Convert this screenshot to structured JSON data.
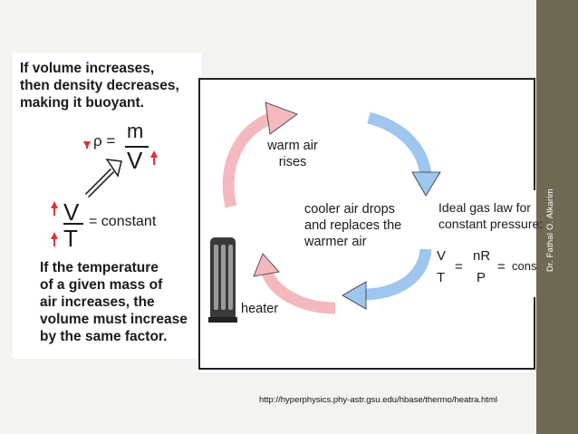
{
  "sidebar": {
    "vertical_text": "Dr. Fathal O. Alkarim"
  },
  "left": {
    "top_text": [
      "If volume increases,",
      "then density decreases,",
      "making it buoyant."
    ],
    "density_formula": {
      "lhs": "ρ =",
      "numerator": "m",
      "denominator": "V"
    },
    "ratio_formula": {
      "numerator": "V",
      "denominator": "T",
      "rhs": "= constant"
    },
    "bottom_text": [
      "If the temperature",
      "of a given mass of",
      "air increases, the",
      "volume must increase",
      "by the same factor."
    ]
  },
  "box": {
    "warm_air": [
      "warm air",
      "rises"
    ],
    "cooler_air": [
      "cooler air drops",
      "and replaces the",
      "warmer air"
    ],
    "heater_label": "heater"
  },
  "ideal_gas": {
    "title": [
      "Ideal gas law for",
      "constant pressure:"
    ],
    "formula": {
      "lhs_num": "V",
      "lhs_den": "T",
      "eq1": "=",
      "mid_num": "nR",
      "mid_den": "P",
      "eq2": "=",
      "rhs": "constant"
    }
  },
  "source_url": "http://hyperphysics.phy-astr.gsu.edu/hbase/thermo/heatra.html",
  "colors": {
    "warm_arrow": "#f3b9bf",
    "cool_arrow": "#9fc6ee",
    "sidebar": "#6f6a54",
    "up_arrow": "#e0303a"
  }
}
